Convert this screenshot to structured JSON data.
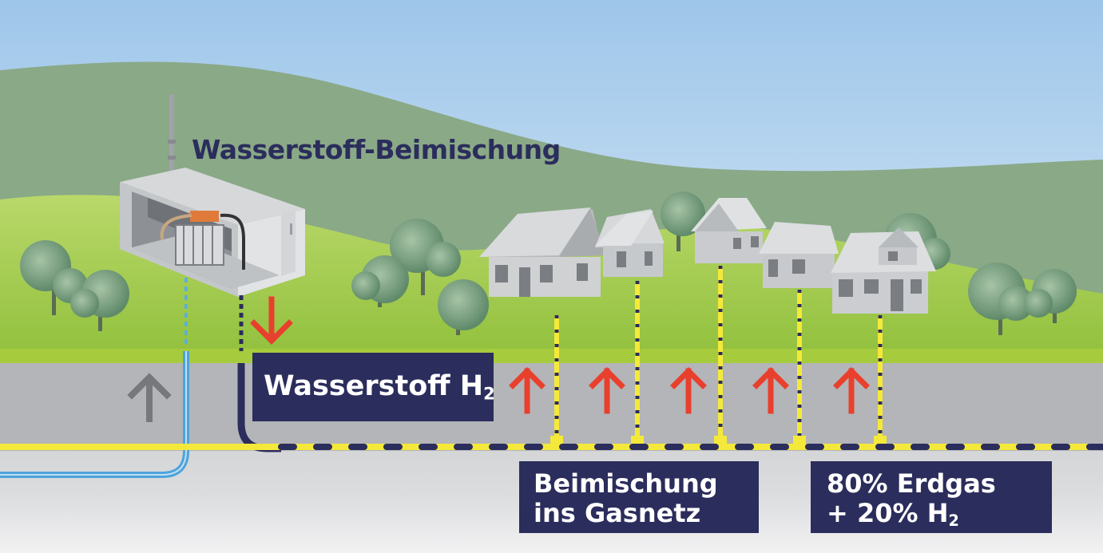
{
  "title": "Wasserstoff-Beimischung",
  "labels": {
    "hydrogen_main": "Wasserstoff H",
    "hydrogen_sub": "2",
    "blending_line1": "Beimischung",
    "blending_line2": "ins Gasnetz",
    "mix_line1": "80% Erdgas",
    "mix_line2_main": "+ 20% H",
    "mix_line2_sub": "2"
  },
  "colors": {
    "navy": "#2b2d5c",
    "arrow_red": "#e8402d",
    "pipe_yellow": "#f4e93a",
    "pipe_blue": "#5aaee2",
    "ground_green": "#a2c83c",
    "sky": "#a9cdec"
  }
}
